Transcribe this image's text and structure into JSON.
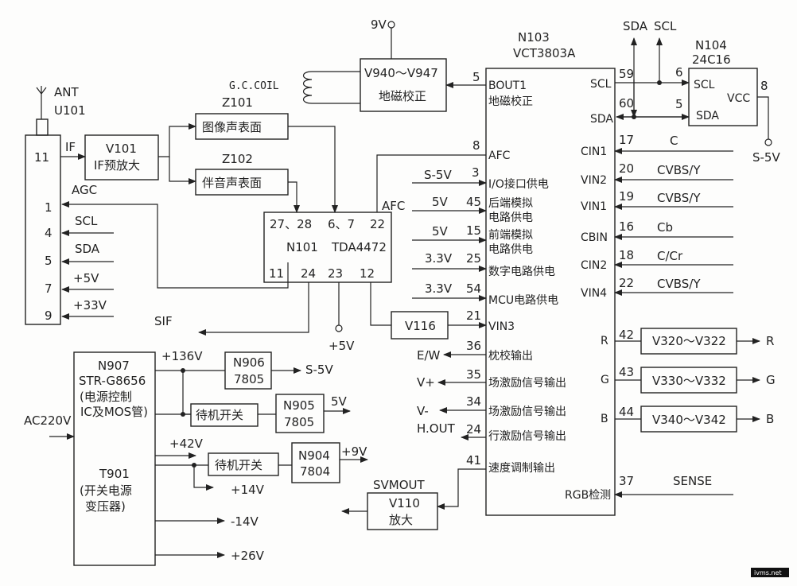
{
  "power_9v": "9V",
  "gc_coil": "G.C.COIL",
  "geomag": {
    "ref": "V940～V947",
    "name": "地磁校正"
  },
  "ic_n103": {
    "ref": "N103",
    "part": "VCT3803A"
  },
  "ic_n104": {
    "ref": "N104",
    "part": "24C16",
    "scl": "SCL",
    "sda": "SDA",
    "vcc": "VCC",
    "pin_scl": "6",
    "pin_sda": "5",
    "pin_vcc": "8"
  },
  "top_bus": {
    "sda": "SDA",
    "scl": "SCL"
  },
  "s5v_right": "S-5V",
  "antenna": {
    "ant": "ANT",
    "ref": "U101"
  },
  "tuner_pins": [
    {
      "pin": "11",
      "label": "IF"
    },
    {
      "pin": "1",
      "label": "AGC"
    },
    {
      "pin": "4",
      "label": "SCL"
    },
    {
      "pin": "5",
      "label": "SDA"
    },
    {
      "pin": "7",
      "label": "+5V"
    },
    {
      "pin": "9",
      "label": "+33V"
    }
  ],
  "v101": {
    "ref": "V101",
    "name": "IF预放大"
  },
  "z101": {
    "ref": "Z101",
    "name": "图像声表面"
  },
  "z102": {
    "ref": "Z102",
    "name": "伴音声表面"
  },
  "n101": {
    "ref": "N101",
    "part": "TDA4472",
    "pins_top_a": "27、28",
    "pins_top_b": "6、7",
    "pin_22": "22",
    "pin_11": "11",
    "pin_24": "24",
    "pin_23": "23",
    "pin_12": "12",
    "afc": "AFC"
  },
  "sif": "SIF",
  "plus5v_bottom": "+5V",
  "v116": "V116",
  "n103_left": [
    {
      "pin": "5",
      "label": "BOUT1",
      "label2": "地磁校正",
      "signal": ""
    },
    {
      "pin": "8",
      "label": "AFC",
      "label2": "",
      "signal": ""
    },
    {
      "pin": "3",
      "label": "I/O接口供电",
      "label2": "",
      "signal": "S-5V"
    },
    {
      "pin": "45",
      "label": "后端模拟",
      "label2": "电路供电",
      "signal": "5V"
    },
    {
      "pin": "15",
      "label": "前端模拟",
      "label2": "电路供电",
      "signal": "5V"
    },
    {
      "pin": "25",
      "label": "数字电路供电",
      "label2": "",
      "signal": "3.3V"
    },
    {
      "pin": "54",
      "label": "MCU电路供电",
      "label2": "",
      "signal": "3.3V"
    },
    {
      "pin": "21",
      "label": "VIN3",
      "label2": "",
      "signal": ""
    },
    {
      "pin": "36",
      "label": "枕校输出",
      "label2": "",
      "signal": "E/W"
    },
    {
      "pin": "35",
      "label": "场激励信号输出",
      "label2": "",
      "signal": "V+"
    },
    {
      "pin": "34",
      "label": "场激励信号输出",
      "label2": "",
      "signal": "V-"
    },
    {
      "pin": "24",
      "label": "行激励信号输出",
      "label2": "",
      "signal": "H.OUT"
    },
    {
      "pin": "41",
      "label": "速度调制输出",
      "label2": "",
      "signal": ""
    }
  ],
  "n103_right": [
    {
      "pin": "59",
      "label": "SCL",
      "signal": ""
    },
    {
      "pin": "60",
      "label": "SDA",
      "signal": ""
    },
    {
      "pin": "17",
      "label": "CIN1",
      "signal": "C"
    },
    {
      "pin": "20",
      "label": "VIN2",
      "signal": "CVBS/Y"
    },
    {
      "pin": "19",
      "label": "VIN1",
      "signal": "CVBS/Y"
    },
    {
      "pin": "16",
      "label": "CBIN",
      "signal": "Cb"
    },
    {
      "pin": "18",
      "label": "CIN2",
      "signal": "C/Cr"
    },
    {
      "pin": "22",
      "label": "VIN4",
      "signal": "CVBS/Y"
    },
    {
      "pin": "42",
      "label": "R",
      "signal": ""
    },
    {
      "pin": "43",
      "label": "G",
      "signal": ""
    },
    {
      "pin": "44",
      "label": "B",
      "signal": ""
    },
    {
      "pin": "37",
      "label": "RGB检测",
      "signal": "SENSE"
    }
  ],
  "rgb_amps": [
    {
      "ref": "V320～V322",
      "out": "R"
    },
    {
      "ref": "V330～V332",
      "out": "G"
    },
    {
      "ref": "V340～V342",
      "out": "B"
    }
  ],
  "svm": {
    "out_label": "SVMOUT",
    "ref": "V110",
    "name": "放大"
  },
  "n907": {
    "ref": "N907",
    "part": "STR-G8656",
    "desc1": "(电源控制",
    "desc2": "IC及MOS管)",
    "t901": "T901",
    "desc3": "(开关电源",
    "desc4": "变压器)"
  },
  "ac_in": "AC220V",
  "psu_out": {
    "v136": "+136V",
    "v42": "+42V",
    "v14p": "+14V",
    "v14m": "-14V",
    "v26": "+26V"
  },
  "n906": {
    "ref": "N906",
    "part": "7805",
    "out": "S-5V"
  },
  "n905": {
    "ref": "N905",
    "part": "7805",
    "out": "5V"
  },
  "n904": {
    "ref": "N904",
    "part": "7804",
    "out": "+9V"
  },
  "standby_a": "待机开关",
  "standby_b": "待机开关",
  "watermark": "ivms.net"
}
